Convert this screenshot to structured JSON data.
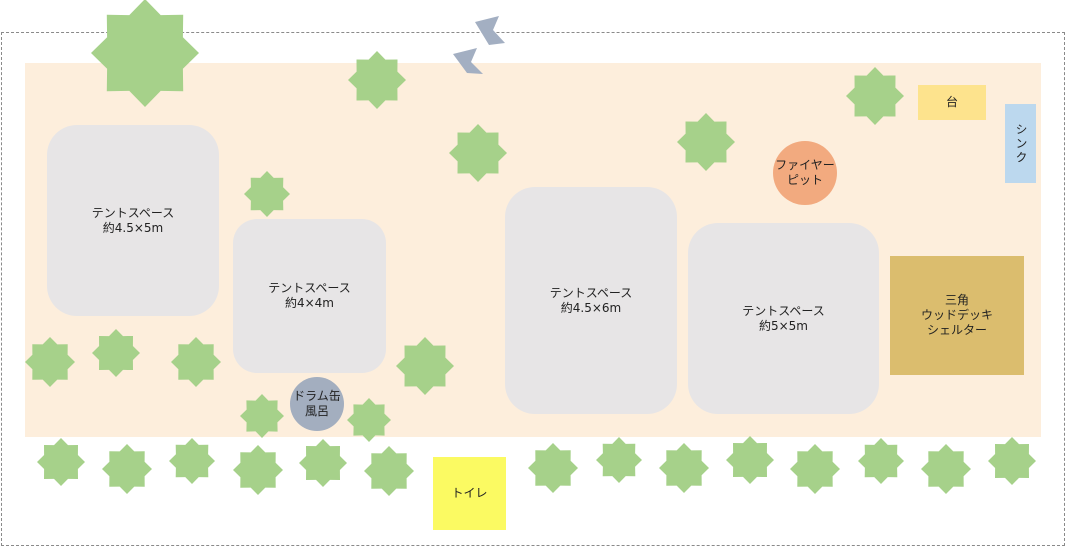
{
  "labels": {
    "tent1": "テントスペース\n約4.5×5m",
    "tent2": "テントスペース\n約4×4m",
    "tent3": "テントスペース\n約4.5×6m",
    "tent4": "テントスペース\n約5×5m",
    "fire_pit": "ファイヤー\nピット",
    "drum_bath": "ドラム缶\n風呂",
    "table": "台",
    "sink": "シンク",
    "shelter": "三角\nウッドデッキ\nシェルター",
    "toilet": "トイレ"
  },
  "colors": {
    "ground": "#fdeedc",
    "tent": "#e7e5e6",
    "tree": "#a6d18a",
    "fire_pit": "#f2aa7f",
    "drum_bath": "#a3aebf",
    "table": "#fde38d",
    "sink": "#bcd8ee",
    "shelter": "#dbbd6e",
    "toilet": "#fbfa62",
    "arrow": "#a3afc2"
  },
  "icons": {
    "tree": "tree-icon",
    "arrow": "arrow-icon"
  }
}
